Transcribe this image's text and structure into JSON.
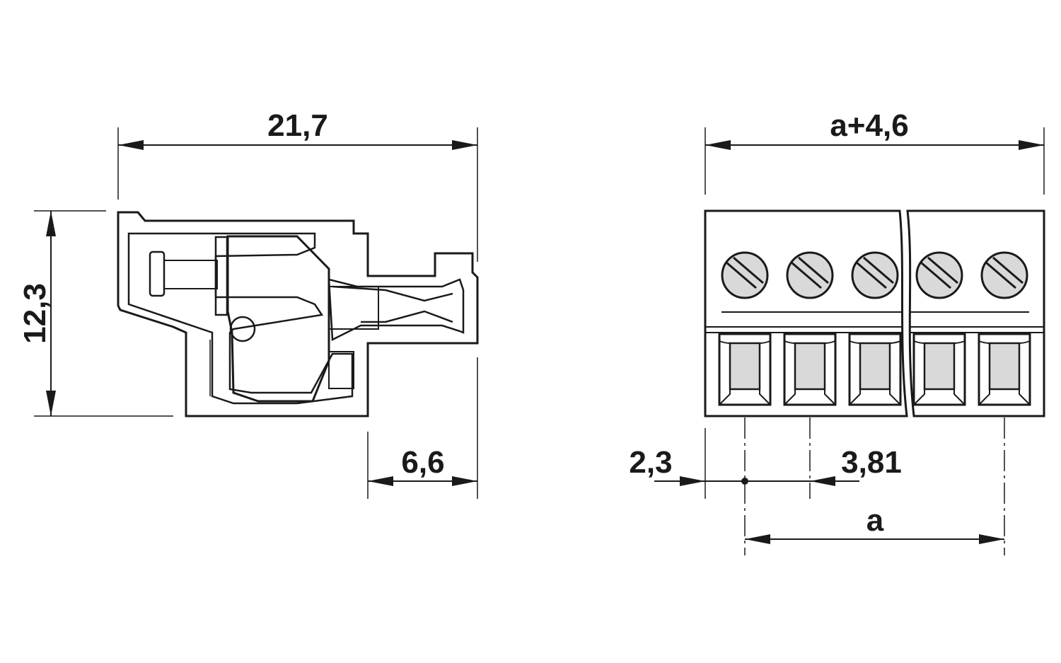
{
  "drawing": {
    "side_view": {
      "width_label": "21,7",
      "height_label": "12,3",
      "offset_label": "6,6"
    },
    "front_view": {
      "overall_width_label": "a+4,6",
      "edge_offset_label": "2,3",
      "pitch_label": "3,81",
      "span_label": "a",
      "terminal_count_shown": 5
    },
    "colors": {
      "line": "#1a1a1a",
      "fill_gray": "#d9d9d9"
    }
  }
}
